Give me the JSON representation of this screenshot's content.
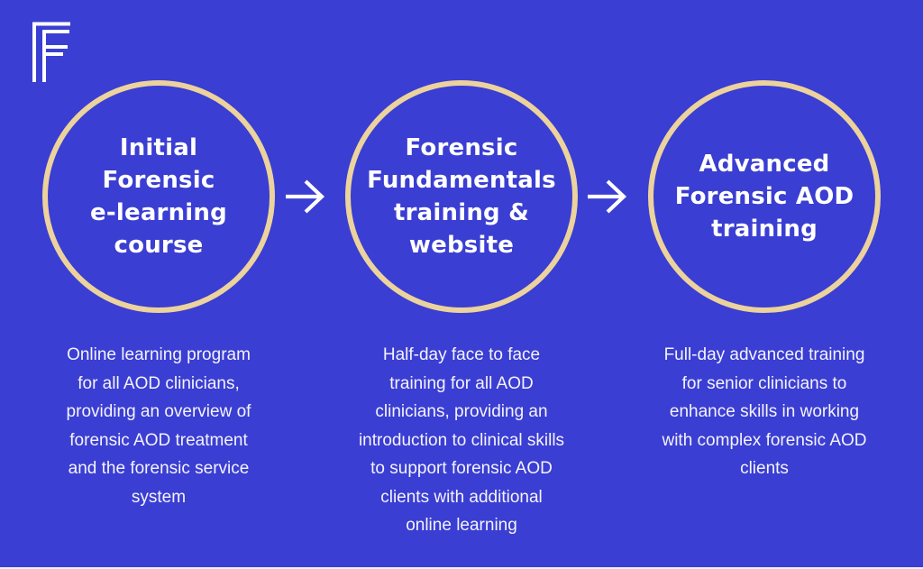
{
  "colors": {
    "background": "#3a3ed2",
    "ring": "#ecd29c",
    "title_text": "#ffffff",
    "body_text": "#f4f3fc"
  },
  "logo": {
    "icon": "forensic-f-logo"
  },
  "flow": {
    "stages": [
      {
        "title": "Initial\nForensic\ne-learning\ncourse",
        "description": "Online learning program\nfor all AOD clinicians,\nproviding an overview of\nforensic AOD treatment\nand the forensic service\nsystem"
      },
      {
        "title": "Forensic\nFundamentals\ntraining &\nwebsite",
        "description": "Half-day face to face\ntraining for all AOD\nclinicians, providing an\nintroduction to clinical skills\nto support forensic AOD\nclients with additional\nonline learning"
      },
      {
        "title": "Advanced\nForensic AOD\ntraining",
        "description": "Full-day advanced training\nfor senior clinicians to\nenhance skills in working\nwith complex forensic AOD\nclients"
      }
    ],
    "connector_icon": "arrow-right-icon"
  }
}
